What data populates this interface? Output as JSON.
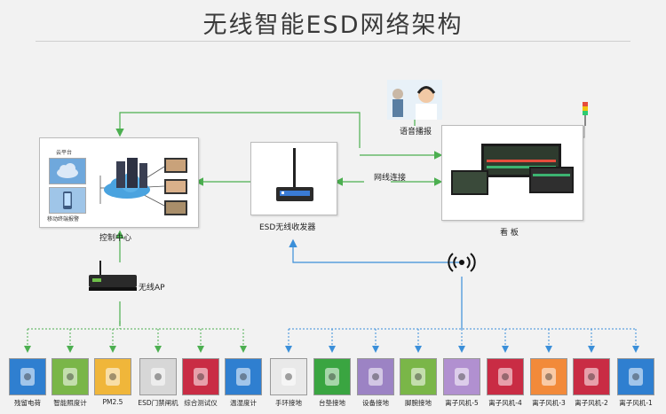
{
  "title": "无线智能ESD网络架构",
  "control_center": {
    "label": "控制中心",
    "cloud_platform": "云平台",
    "mobile_alarm": "移动终端报警"
  },
  "transceiver": {
    "label": "ESD无线收发器"
  },
  "network_link": {
    "label": "网线连接"
  },
  "voice": {
    "label": "语音播报"
  },
  "kanban": {
    "label": "看 板"
  },
  "ap": {
    "label": "无线AP"
  },
  "devices": [
    {
      "label": "残留电荷",
      "color": "#2f7fd0"
    },
    {
      "label": "智能照度计",
      "color": "#7ab648"
    },
    {
      "label": "PM2.5",
      "color": "#f0b63a"
    },
    {
      "label": "ESD门禁闸机",
      "color": "#d7d7d7"
    },
    {
      "label": "综合测试仪",
      "color": "#c92c44"
    },
    {
      "label": "温湿度计",
      "color": "#2f7fd0"
    },
    {
      "label": "手环接地",
      "color": "#e9e9e9"
    },
    {
      "label": "台垫接地",
      "color": "#3aa541"
    },
    {
      "label": "设备接地",
      "color": "#9c83c4"
    },
    {
      "label": "脚腕接地",
      "color": "#7ab648"
    },
    {
      "label": "离子风机-5",
      "color": "#b190d0"
    },
    {
      "label": "离子风机-4",
      "color": "#c92c44"
    },
    {
      "label": "离子风机-3",
      "color": "#f28a3a"
    },
    {
      "label": "离子风机-2",
      "color": "#c92c44"
    },
    {
      "label": "离子风机-1",
      "color": "#2f7fd0"
    }
  ]
}
